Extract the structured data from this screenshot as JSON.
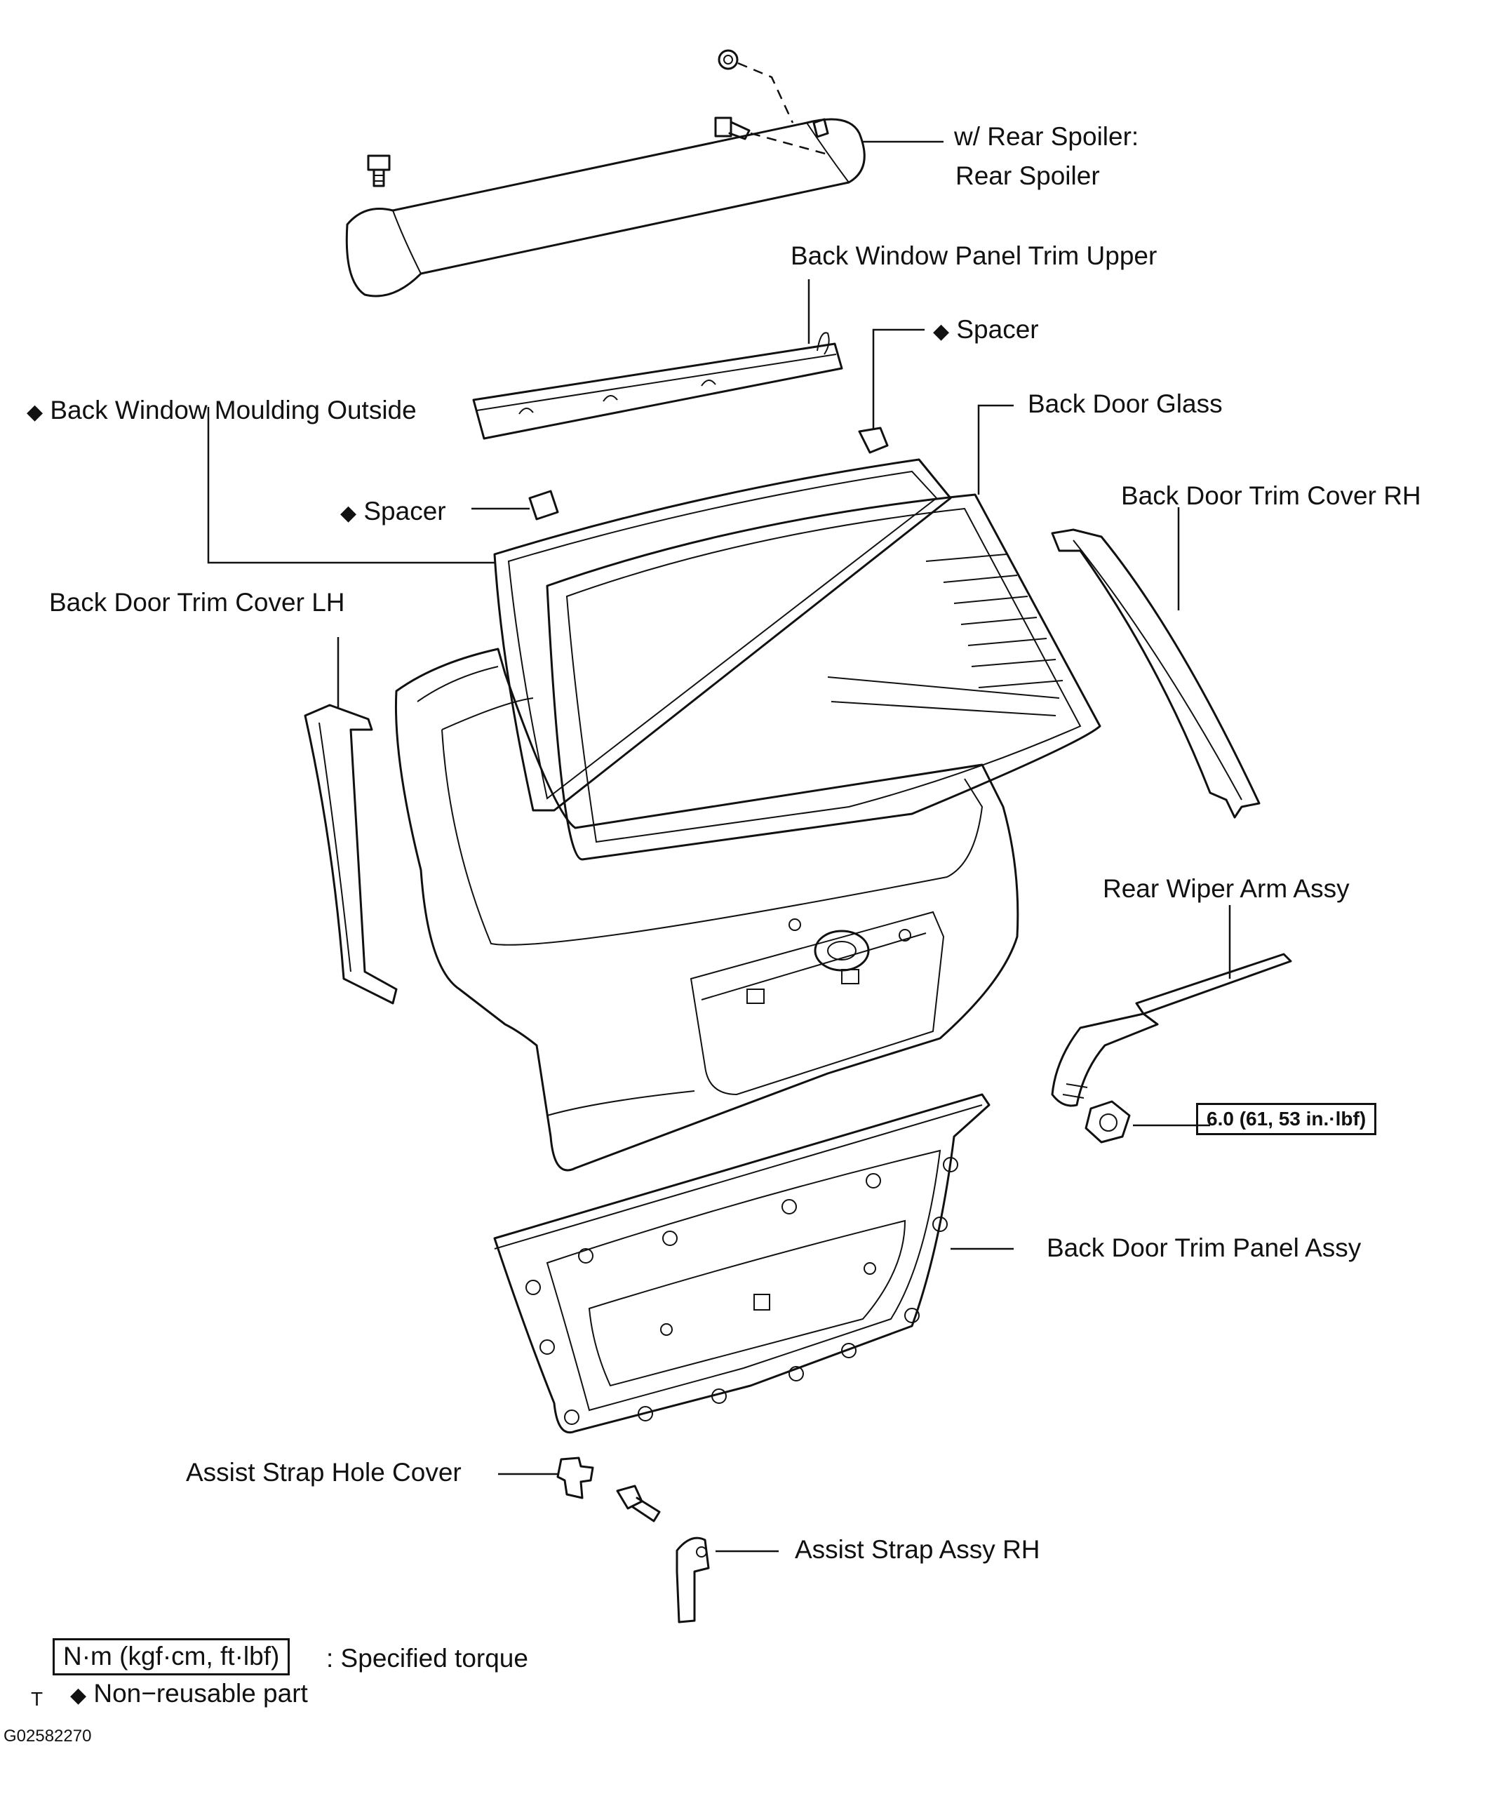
{
  "labels": {
    "rear_spoiler_line1": "w/ Rear Spoiler:",
    "rear_spoiler_line2": "Rear Spoiler",
    "trim_upper": "Back Window Panel Trim Upper",
    "spacer_top": "Spacer",
    "moulding_outside": "Back Window Moulding Outside",
    "back_door_glass": "Back Door Glass",
    "spacer_left": "Spacer",
    "trim_cover_rh": "Back Door Trim Cover RH",
    "trim_cover_lh": "Back Door Trim Cover LH",
    "wiper_arm": "Rear Wiper Arm Assy",
    "trim_panel": "Back Door Trim Panel Assy",
    "hole_cover": "Assist Strap Hole Cover",
    "strap_rh": "Assist Strap Assy RH"
  },
  "torque": {
    "wiper_nut": "6.0 (61, 53 in.·lbf)"
  },
  "legend": {
    "torque_unit": "N·m (kgf·cm, ft·lbf)",
    "torque_desc": ": Specified torque",
    "nonreusable_desc": "Non−reusable part",
    "diamond_symbol": "◆"
  },
  "footer": {
    "corner_mark": "T",
    "figure_id": "G02582270"
  }
}
